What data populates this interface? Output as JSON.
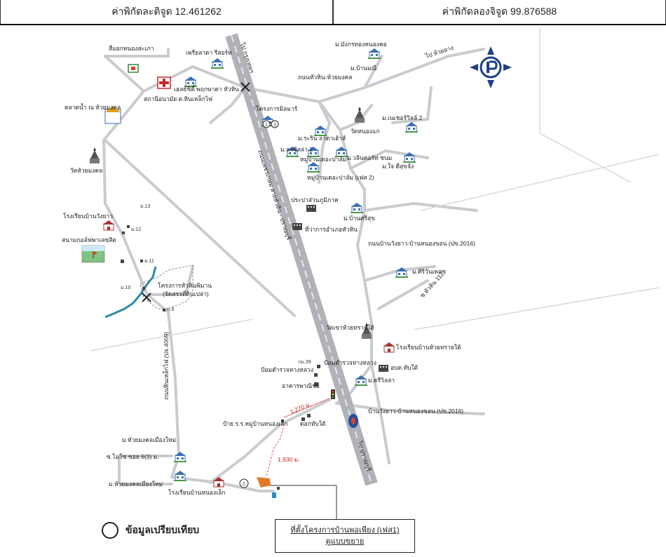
{
  "header": {
    "latitude": "ค่าพิกัดละติจูด 12.461262",
    "longitude": "ค่าพิกัดลองจิจูด 99.876588"
  },
  "map": {
    "places": {
      "seven_eleven": "สี่แยกหนองสะเภา",
      "wat_north": "เพรียลาดา รีสอร์ท",
      "hospital": "เฮลธ์ซิตี้ พฤกษาดา หัวหิน",
      "health_station": "สถานีอนามัย ต.หินเหล็กไฟ",
      "market": "ตลาดน้ำ ณ ห้วยมงคล",
      "wat_huaimongkol": "วัดห้วยมงคล",
      "school_wangyao": "โรงเรียนบ้านวังยาว",
      "golf": "สนามกอล์ฟพาเลซสิต",
      "project_hintong": "โครงการหัวหินพิมาน",
      "project_hintong_sub": "(จัดสรรที่ดินเปล่า)",
      "road_hinlekfai": "ถนนหินเหล็กไฟ (ปจ.4009)",
      "moo13": "ม.13",
      "moo12": "ม.12",
      "moo11": "ม.11",
      "moo10": "ม.10",
      "moo9": "ม.9",
      "to_bangkok": "ไป กรุงเทพฯ",
      "phetkasem": "ถนนเพชรเกษม สายหัวหิน - ปราณบุรี",
      "to_pranburi": "ไป ปราณบุรี",
      "proj_milmar": "โครงการมิลมาร์",
      "mangkorn": "ม.มังกรทองหนองคอ",
      "bannmanee": "ม.บ้านมณี",
      "road_huahin_huaimongkol": "ถนนหัวหิน-ห้วยมงคล",
      "to_pranburi_road": "ไป ห้วยยาง",
      "wat_nongkae": "วัดหนองแก",
      "nirvana2": "ม.เนเชอร์วิลล์ 2",
      "rinrada": "ม.ระริน ลาดาเฮ้าส์",
      "lasilla2": "ม.ลาซิลล่า 2",
      "palm_hills": "หมู่บ้านเดอะปาล์ม",
      "baan_nong": "ม.วลินคอร์ท ชนม",
      "village_mid": "หมู่บ้านเดอะปาล์ม (เฟส 2)",
      "jbenjasuk": "ม.ใจ ดีสุขจัง",
      "pratam_fidel": "ประปาส่วนภูมิภาค",
      "pdsm": "ม.บ้านศรีสุข",
      "office_huahin": "ที่ว่าการอำเภอหัวหิน",
      "road_wangyao": "ถนนบ้านวังยาว-บ้านหนองขอน (ปข.2016)",
      "siriwan": "ม.ศิริวันเพลซ",
      "soi112": "ซ.หัวหิน 112",
      "wat_huaisai": "วัดเขาห้วยทรายใต้",
      "school_huaisai": "โรงเรียนบ้านห้วยทรายใต้",
      "moo39": "กม.39",
      "police": "ป้อมตำรวจทางหลวง",
      "police2": "ป้อมตำรวจทางหลวง",
      "ayk": "อบต.ทับใต้",
      "ms_pv": "ม.ดรีวิลล่า",
      "market_building": "อาคารพาณิชย์",
      "road_wangyao2": "บ้านวังยาว-บ้านหนองขอน (ปข.2016)",
      "pan_kanoklang": "ป้าย ร.ร.หมู่บ้านหนองเล็ก",
      "dokthapthai": "ดอกทับใต้",
      "dist_1270": "1,270 ม.",
      "dist_1930": "1,930 ม.",
      "village_left1": "ม.ห้วยมงคลเมืองใหม่",
      "village_left2": "ซ.โมโซ ซอย 6(3) ม.",
      "village_left3": "ม.ห้วยมงคลเมืองใหม่",
      "school_nonglek": "โรงเรียนบ้านหนองเล็ก",
      "marker1": "1",
      "marker3": "3",
      "marker2": "2"
    }
  },
  "legend": {
    "label": "ข้อมูลเปรียบเทียบ"
  },
  "project": {
    "line1": "ที่ตั้งโครงการบ้านพอเพียง (เฟส1)",
    "line2": "ดูแบบขยาย"
  },
  "colors": {
    "road": "#c9cbd0",
    "highway": "#b5b7bc",
    "river": "#2e8ba8",
    "route": "#e07070",
    "project": "#e07a2a",
    "house": "#3d6fb5"
  }
}
